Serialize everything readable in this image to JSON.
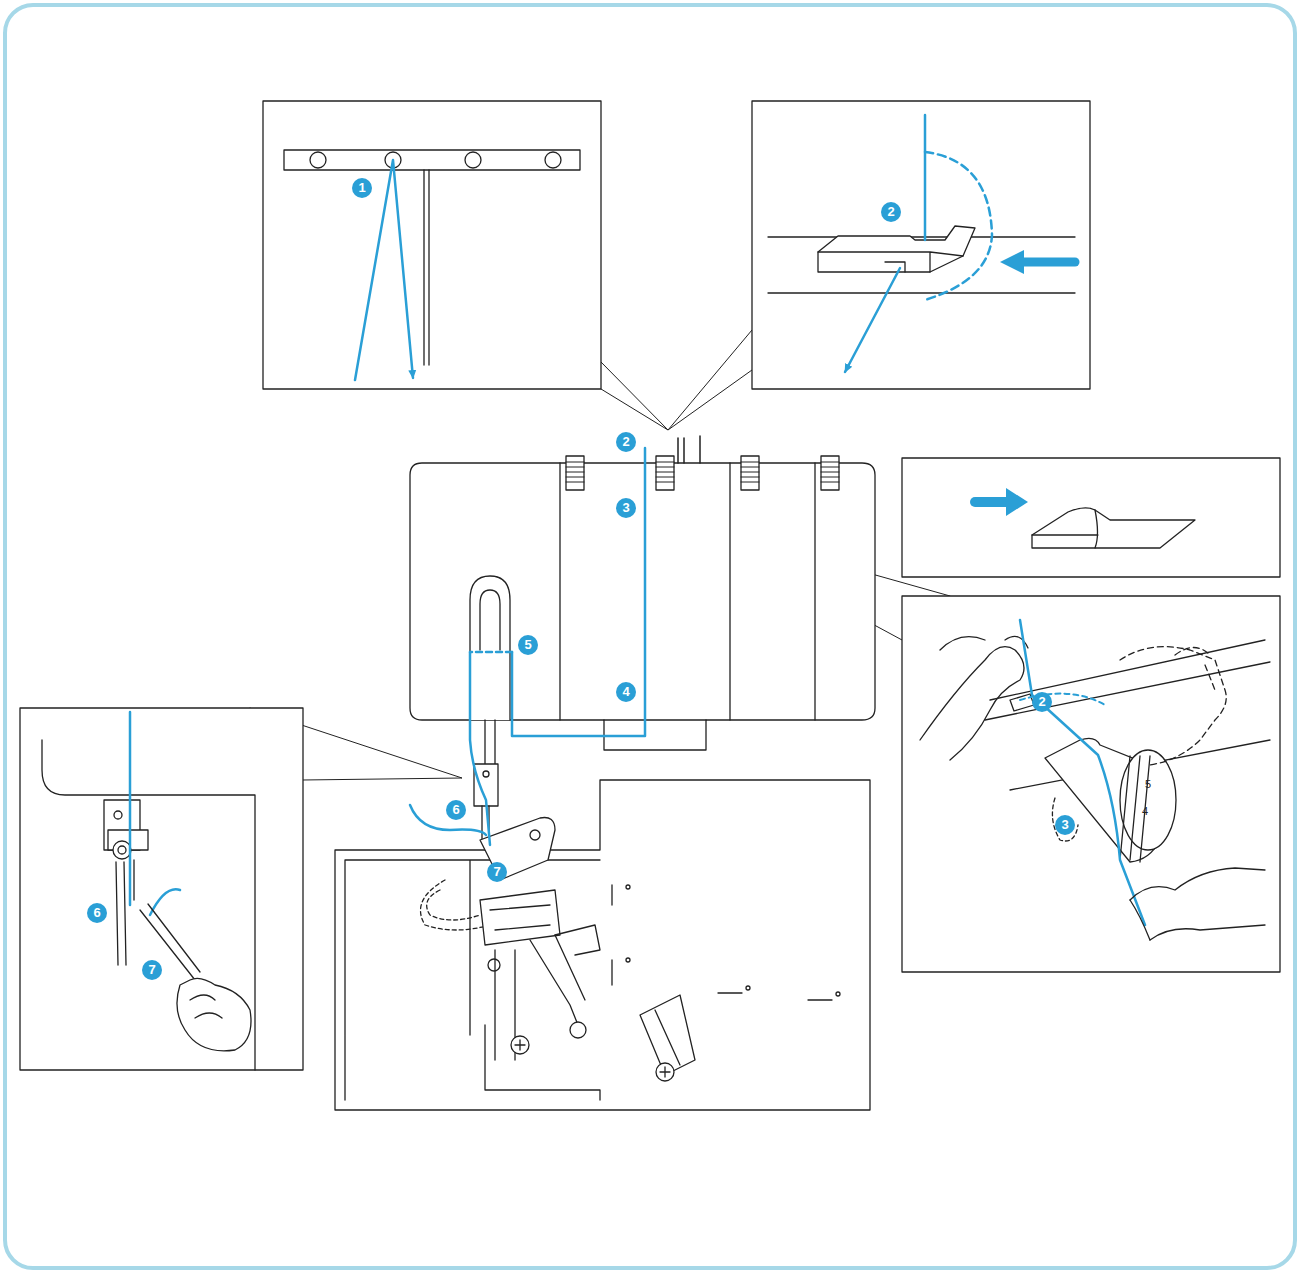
{
  "diagram": {
    "labels": [
      "1",
      "2",
      "2",
      "3",
      "5",
      "4",
      "6",
      "7",
      "2",
      "3",
      "5",
      "4",
      "6",
      "7"
    ]
  }
}
